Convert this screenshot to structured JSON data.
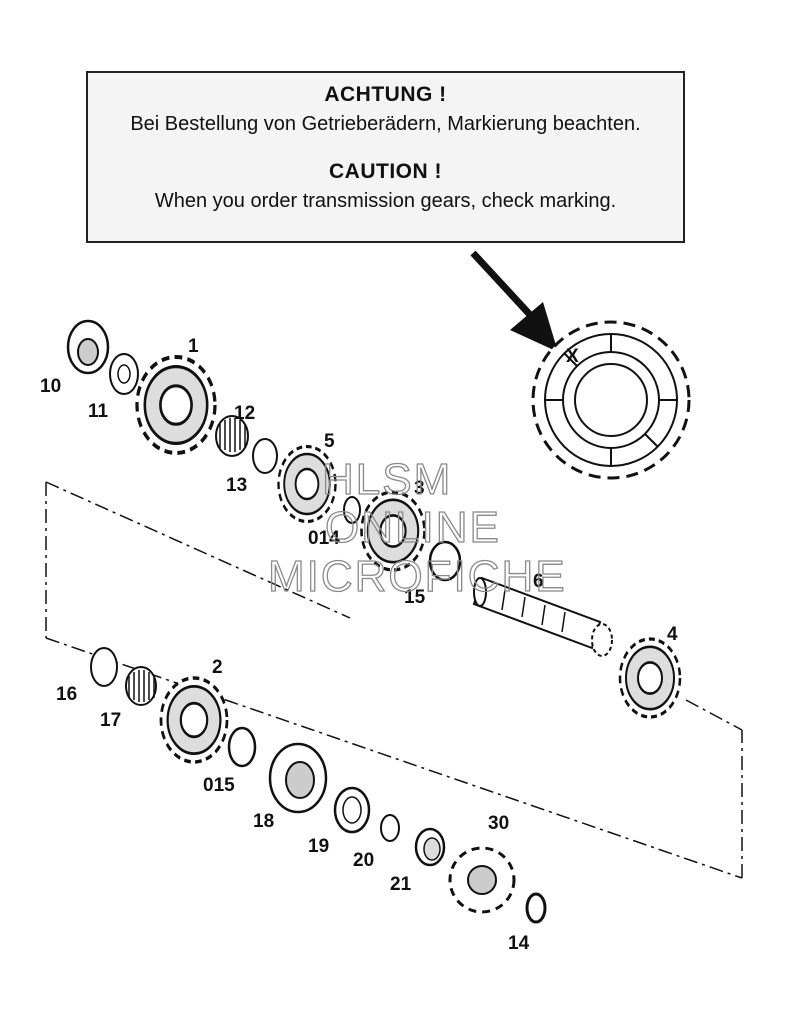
{
  "notice": {
    "de_title": "ACHTUNG !",
    "de_text": "Bei Bestellung von Getrieberädern, Markierung beachten.",
    "en_title": "CAUTION !",
    "en_text": "When you order transmission gears, check marking."
  },
  "parts": {
    "p1": "1",
    "p2": "2",
    "p3": "3",
    "p4": "4",
    "p5": "5",
    "p6": "6",
    "p10": "10",
    "p11": "11",
    "p12": "12",
    "p13": "13",
    "p14": "14",
    "p15": "15",
    "p16": "16",
    "p17": "17",
    "p18": "18",
    "p19": "19",
    "p20": "20",
    "p21": "21",
    "p30": "30",
    "p014": "014",
    "p015": "015"
  },
  "watermark": {
    "line1": "HLSM",
    "line2": "ONLINE",
    "line3": "MICROFICHE"
  },
  "marking": "X"
}
